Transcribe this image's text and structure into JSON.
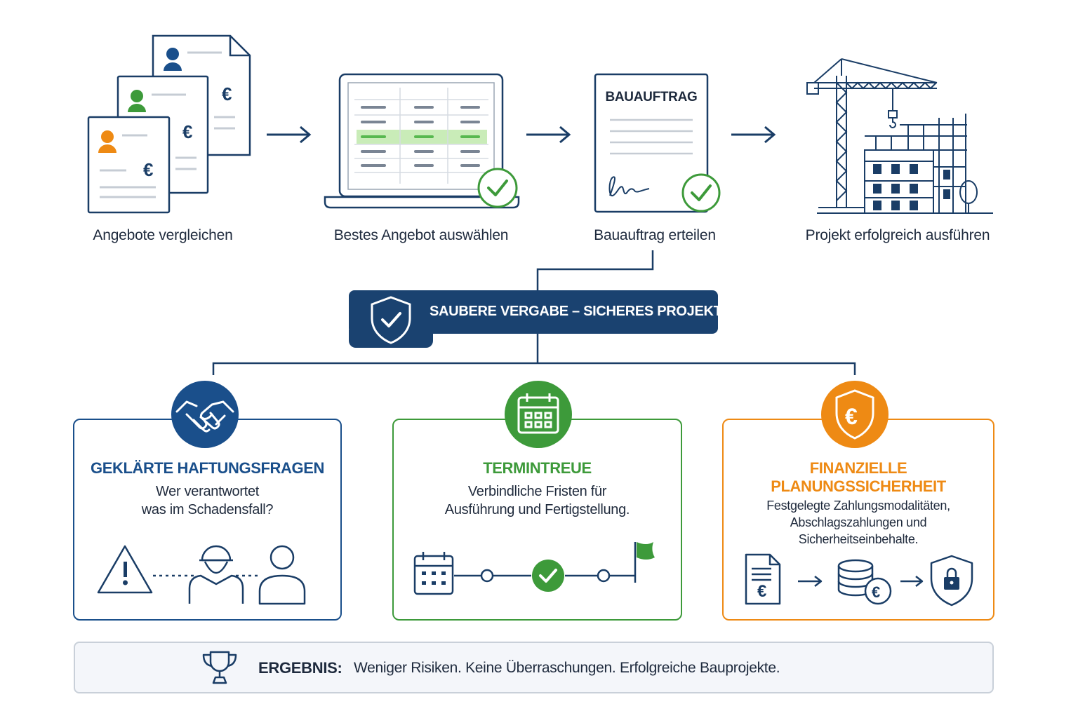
{
  "steps": [
    {
      "label": "Angebote vergleichen",
      "icon": "offer-documents-icon"
    },
    {
      "label": "Bestes Angebot auswählen",
      "icon": "laptop-table-icon"
    },
    {
      "label": "Bauauftrag erteilen",
      "icon": "contract-document-icon",
      "doc_title": "BAUAUFTRAG"
    },
    {
      "label": "Projekt erfolgreich ausführen",
      "icon": "construction-crane-icon"
    }
  ],
  "banner": {
    "text": "SAUBERE VERGABE – SICHERES PROJEKT",
    "icon": "shield-check-icon"
  },
  "cards": [
    {
      "title": "GEKLÄRTE HAFTUNGSFRAGEN",
      "desc_lines": [
        "Wer verantwortet",
        "was im Schadensfall?"
      ],
      "icon": "handshake-icon",
      "color": "#1a4f8b"
    },
    {
      "title": "TERMINTREUE",
      "desc_lines": [
        "Verbindliche Fristen für",
        "Ausführung und Fertigstellung."
      ],
      "icon": "calendar-icon",
      "color": "#3d9a3a"
    },
    {
      "title_lines": [
        "FINANZIELLE",
        "PLANUNGSSICHERHEIT"
      ],
      "desc_lines": [
        "Festgelegte Zahlungsmodalitäten,",
        "Abschlagszahlungen und",
        "Sicherheitseinbehalte."
      ],
      "icon": "euro-shield-icon",
      "color": "#ee8a14"
    }
  ],
  "currency_symbol": "€",
  "result": {
    "label": "ERGEBNIS:",
    "text": "Weniger Risiken. Keine Überraschungen. Erfolgreiche Bauprojekte.",
    "icon": "trophy-icon"
  },
  "colors": {
    "navy": "#1a4270",
    "blue": "#1a4f8b",
    "green": "#3d9a3a",
    "orange": "#ee8a14",
    "highlight": "#c9ecb8"
  }
}
